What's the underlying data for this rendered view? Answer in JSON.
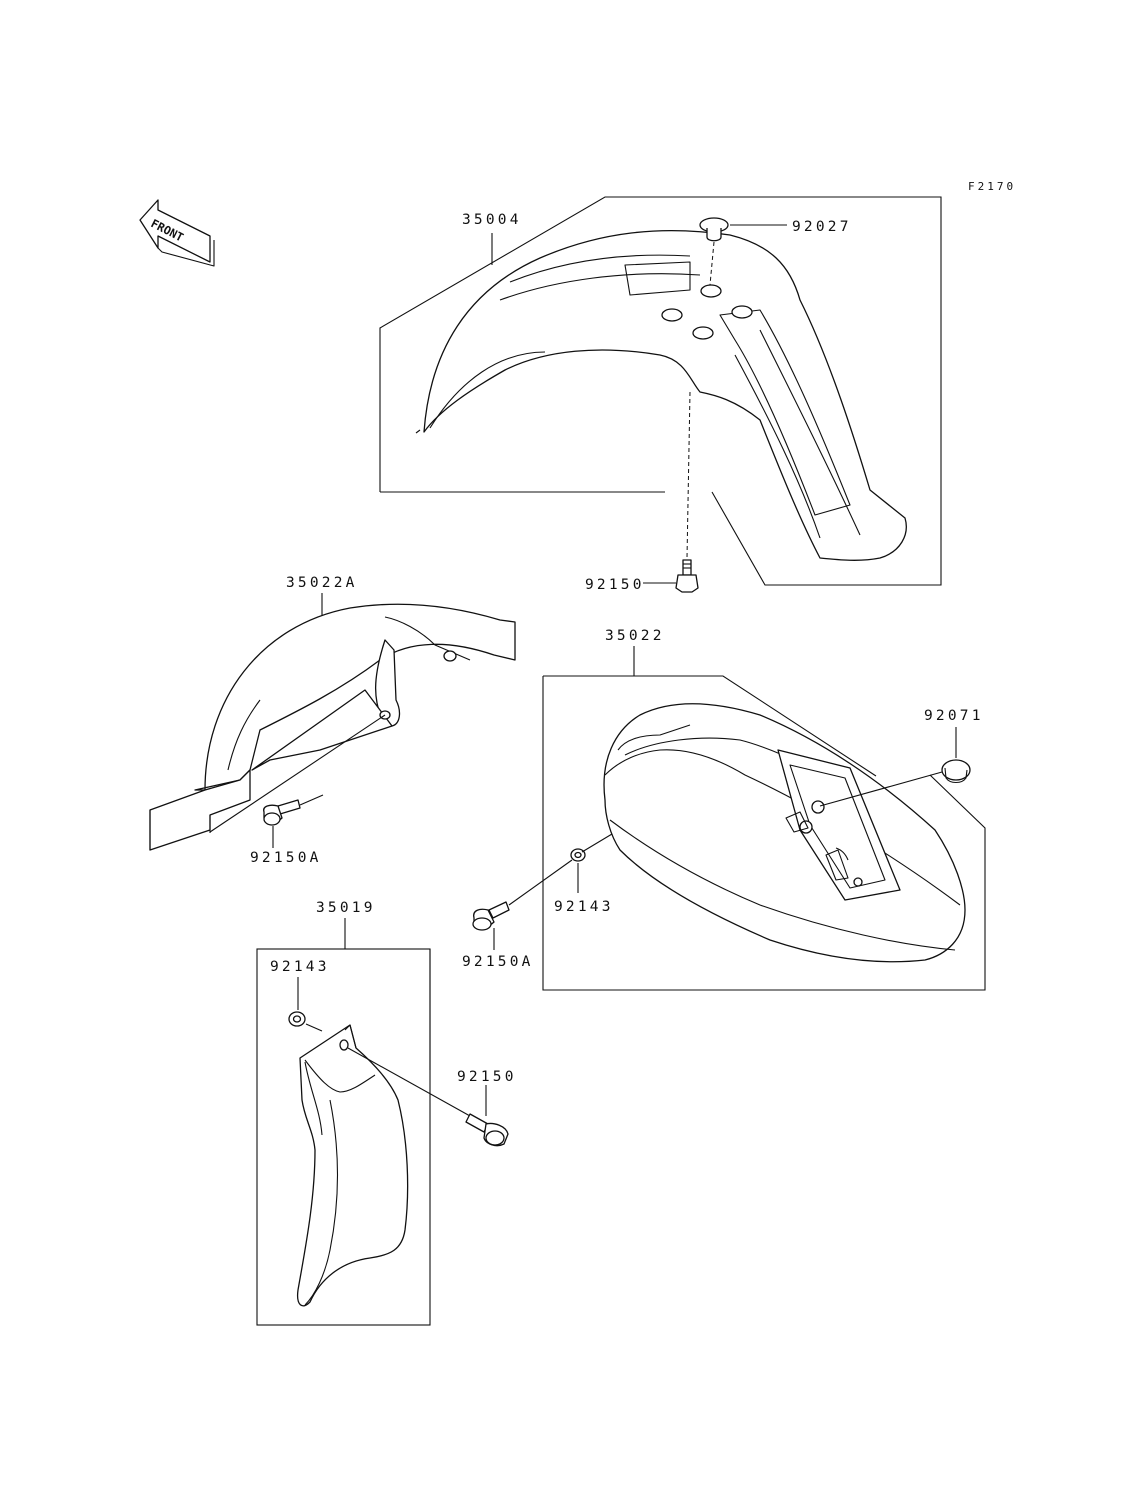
{
  "figure_code": "F2170",
  "front_arrow_label": "FRONT",
  "labels": {
    "p35004": "35004",
    "p92027": "92027",
    "p92150_top": "92150",
    "p35022A": "35022A",
    "p92150A_left": "92150A",
    "p35022": "35022",
    "p92071": "92071",
    "p92143_right": "92143",
    "p92150A_right": "92150A",
    "p35019": "35019",
    "p92143_left": "92143",
    "p92150_bottom": "92150"
  }
}
